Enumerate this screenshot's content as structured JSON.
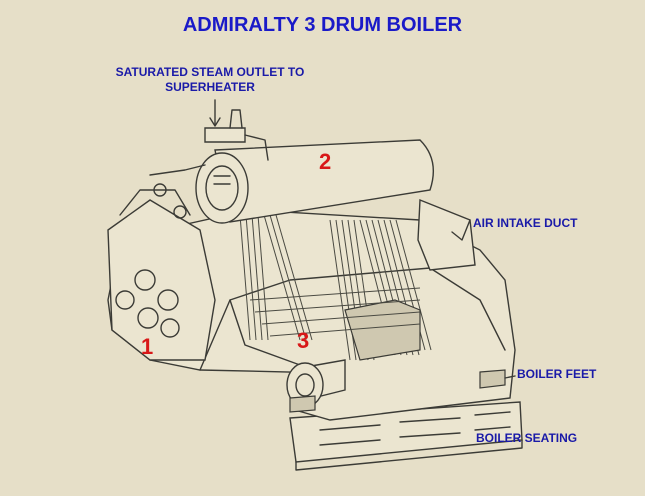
{
  "title": "ADMIRALTY 3 DRUM BOILER",
  "labels": {
    "steam_outlet_line1": "SATURATED STEAM OUTLET TO",
    "steam_outlet_line2": "SUPERHEATER",
    "air_intake": "AIR INTAKE DUCT",
    "boiler_feet": "BOILER FEET",
    "boiler_seating": "BOILER SEATING"
  },
  "drum_numbers": {
    "water_drum_left": "1",
    "steam_drum": "2",
    "water_drum_right": "3"
  },
  "colors": {
    "background": "#e6dfc8",
    "label_text": "#1a1aa8",
    "number_text": "#d81818",
    "drawing_lines": "#3b3b36"
  }
}
